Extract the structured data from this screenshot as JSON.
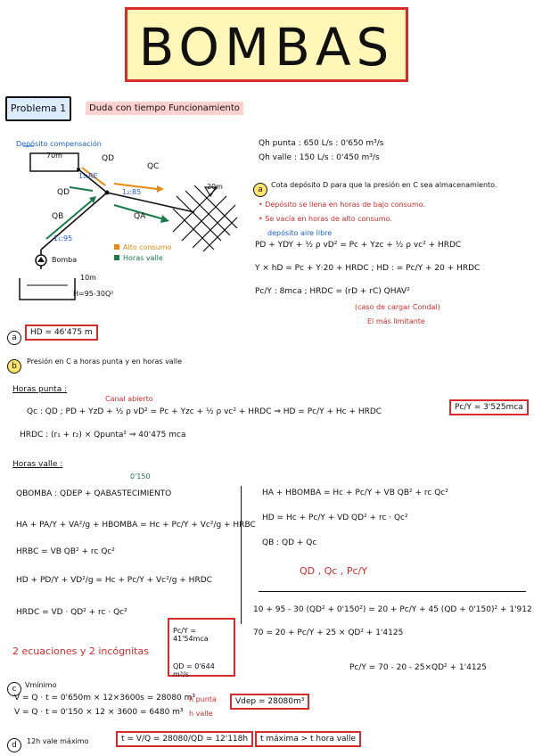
{
  "title": "BOMBAS",
  "problem": {
    "label": "Problema 1",
    "subtitle": "Duda con tiempo Funcionamiento"
  },
  "diagram": {
    "deposit_label": "Depósito compensación",
    "deposit_height": "70m",
    "node_a": "1₂:RE",
    "node_b": "1₂:85",
    "node_c": "1₁:95",
    "qd": "QD",
    "qc": "QC",
    "qb": "QB",
    "qa": "QA",
    "n20m": "20m",
    "pump_label": "Bomba",
    "n10m": "10m",
    "h_formula": "H=95-30Q²",
    "legend_alto": "Alto consumo",
    "legend_horas": "Horas valle",
    "orange": "#e58a14",
    "green": "#1a7a4a",
    "blue": "#1b5fd8"
  },
  "flows": {
    "qh_punta": "Qh punta : 650 L/s : 0'650 m³/s",
    "qh_valle": "Qh valle : 150 L/s : 0'450 m³/s"
  },
  "part_a": {
    "marker": "a",
    "text": "Cota depósito D para que la presión en C sea almacenamiento.",
    "bullet1": "Depósito se llena en horas de bajo consumo.",
    "bullet2": "Se vacía en horas de alto consumo.",
    "note_blue": "depósito aire libre",
    "eq1": "PD + YDY + ½ ρ vD² = Pc + Yzc + ½ ρ vc² + HRDC",
    "eq2": "Y × hD = Pc + Y·20 + HRDC ; HD : = Pc/Y + 20 + HRDC",
    "eq3": "Pc/Y : 8mca ; HRDC = (rD + rC) QHAV²",
    "red_note1": "(caso de cargar Condal)",
    "red_note2": "El más limitante",
    "answer": "HD = 46'475 m"
  },
  "part_b": {
    "marker": "b",
    "text": "Presión en C a horas punta y en horas valle",
    "horas_punta": "Horas punta :",
    "canal": "Canal abierto",
    "eq_punta": "Qc : QD ; PD + YzD + ½ ρ vD² = Pc + Yzc + ½ ρ vc² + HRDC ⇒ HD = Pc/Y + Hc + HRDC",
    "ans_punta": "Pc/Y = 3'525mca",
    "hrdc": "HRDC : (r₁ + r₂) × Qpunta² ⇒ 40'475 mca",
    "horas_valle": "Horas valle :",
    "o150": "0'150",
    "eq_bomba": "QBOMBA : QDEP + QABASTECIMIENTO",
    "eq_l1": "HA + PA/Y + VA²/g + HBOMBA = Hc + Pc/Y + Vc²/g + HRBC",
    "eq_l2": "HRBC = VB QB² + rc Qc²",
    "eq_l3": "HD + PD/Y + VD²/g = Hc + Pc/Y + Vc²/g + HRDC",
    "eq_l4": "HRDC = VD · QD² + rc · Qc²",
    "eq_r1": "HA + HBOMBA = Hc + Pc/Y + VB QB² + rc Qc²",
    "eq_r2": "HD = Hc + Pc/Y + VD QD² + rc · Qc²",
    "eq_r3": "QB : QD + Qc",
    "unknowns_red": "QD , Qc , Pc/Y",
    "eq_r4": "10 + 95 - 30 (QD² + 0'150²) = 20 + Pc/Y + 45 (QD + 0'150)² + 1'912",
    "eq_r5": "70 = 20 + Pc/Y + 25 × QD² + 1'4125",
    "eq_r6": "Pc/Y = 70 - 20 - 25×QD² + 1'4125",
    "two_eq": "2 ecuaciones y 2 incógnitas",
    "sol_pc": "Pc/Y = 41'54mca",
    "sol_qd": "QD = 0'644 m³/s"
  },
  "part_c": {
    "marker": "c",
    "title": "Vmínimo",
    "l1": "V = Q · t = 0'650m × 12×3600s = 28080 m³",
    "l1_note": "h punta",
    "l2": "V = Q · t = 0'150 × 12 × 3600 = 6480 m³",
    "l2_note": "h valle",
    "answer": "Vdep = 28080m³"
  },
  "part_d": {
    "marker": "d",
    "text": "12h vale máximo",
    "eq": "t = V/Q = 28080/QD = 12'118h",
    "answer": "t máxima > t hora valle"
  }
}
